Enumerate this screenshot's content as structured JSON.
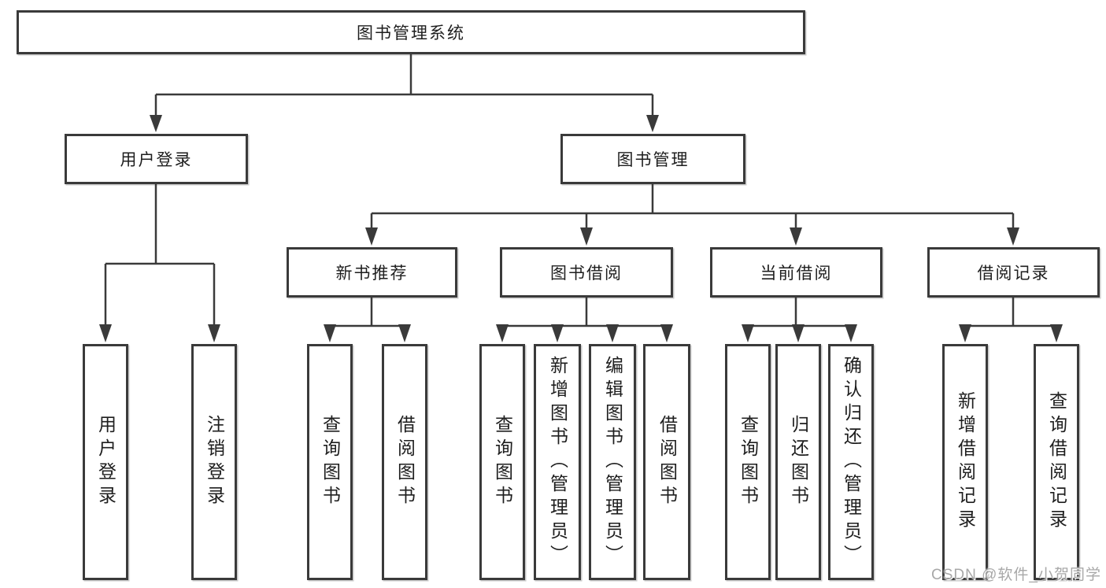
{
  "diagram": {
    "root": {
      "label": "图书管理系统"
    },
    "level2": [
      {
        "label": "用户登录",
        "children": [
          "用户登录",
          "注销登录"
        ]
      },
      {
        "label": "图书管理"
      }
    ],
    "level3": [
      {
        "label": "新书推荐",
        "children": [
          "查询图书",
          "借阅图书"
        ]
      },
      {
        "label": "图书借阅",
        "children": [
          "查询图书",
          "新增图书（管理员）",
          "编辑图书（管理员）",
          "借阅图书"
        ]
      },
      {
        "label": "当前借阅",
        "children": [
          "查询图书",
          "归还图书",
          "确认归还（管理员）"
        ]
      },
      {
        "label": "借阅记录",
        "children": [
          "新增借阅记录",
          "查询借阅记录"
        ]
      }
    ],
    "colors": {
      "line": "#3a3a3a",
      "box_border": "#3a3a3a",
      "box_fill": "#ffffff",
      "text": "#1e1e1e"
    }
  },
  "watermark": {
    "text": "CSDN @软件_小贺同学",
    "color": "#a8a8a8"
  }
}
